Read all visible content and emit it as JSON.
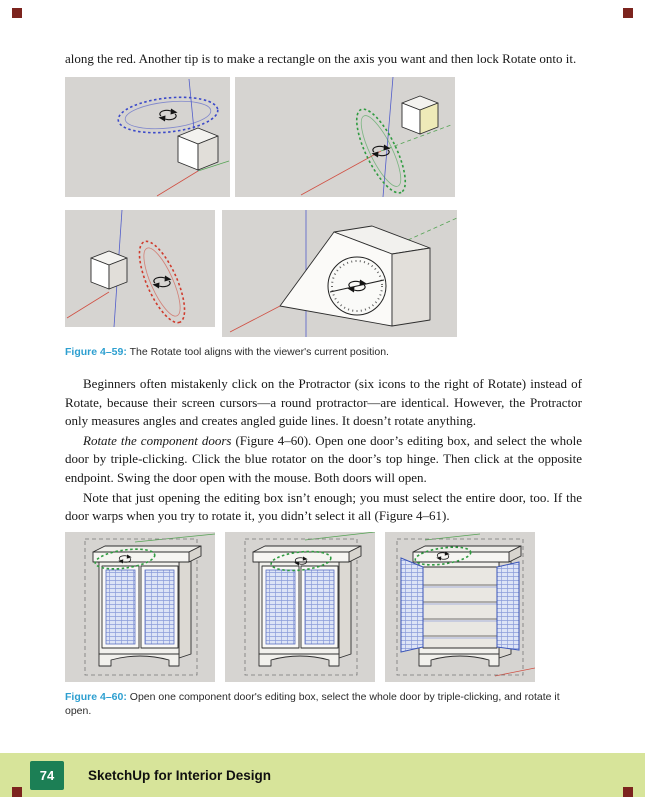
{
  "page": {
    "body": {
      "intro": "along the red. Another tip is to make a rectangle on the axis you want and then lock Rotate onto it.",
      "para1": "Beginners often mistakenly click on the Protractor (six icons to the right of Rotate) instead of Rotate, because their screen cursors—a round protractor—are identical. However, the Protractor only measures angles and creates angled guide lines. It doesn’t rotate anything.",
      "para2_lead": "Rotate the component doors",
      "para2_rest": " (Figure 4–60). Open one door’s editing box, and select the whole door by triple-clicking. Click the blue rotator on the door’s top hinge. Then click at the opposite endpoint. Swing the door open with the mouse. Both doors will open.",
      "para3": "Note that just opening the editing box isn’t enough; you must select the entire door, too. If the door warps when you try to rotate it, you didn’t select it all (Figure 4–61)."
    },
    "figure59": {
      "label": "Figure 4–59:",
      "caption": "The Rotate tool aligns with the viewer's current position."
    },
    "figure60": {
      "label": "Figure 4–60:",
      "caption": "Open one component door's editing box, select the whole door by triple-clicking, and rotate it open."
    },
    "footer": {
      "page_number": "74",
      "book_title": "SketchUp for Interior Design"
    },
    "colors": {
      "caption_accent": "#2d9fd0",
      "footer_band": "#d7e49a",
      "footer_box": "#1c7f55",
      "crop_mark": "#7c241e",
      "viewport_bg": "#d6d4d1",
      "axis_red": "#cf3a2c",
      "axis_green": "#3f9b3f",
      "axis_blue": "#3b49c9"
    }
  }
}
